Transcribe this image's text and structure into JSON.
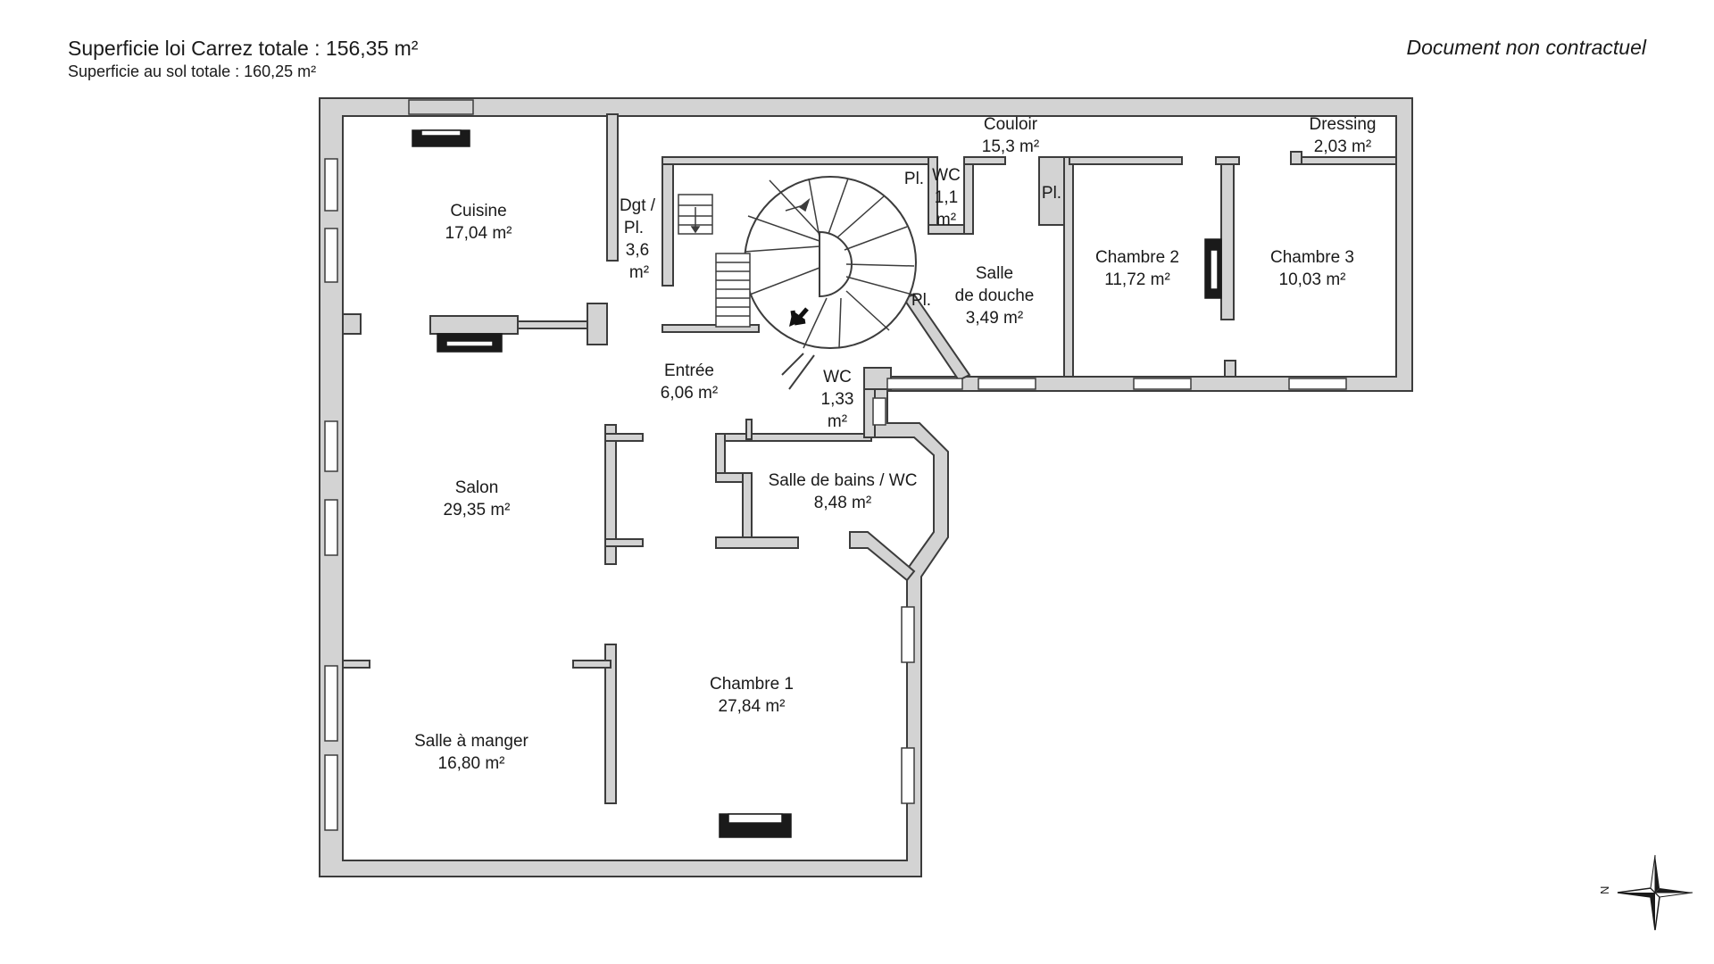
{
  "header": {
    "carrez_total": "Superficie loi Carrez totale : 156,35 m²",
    "ground_total": "Superficie au sol totale : 160,25 m²",
    "disclaimer": "Document non contractuel"
  },
  "rooms": {
    "cuisine": [
      "Cuisine",
      "17,04 m²"
    ],
    "dgt": [
      "Dgt /",
      "Pl.",
      "3,6",
      "m²"
    ],
    "couloir": [
      "Couloir",
      "15,3 m²"
    ],
    "dressing": [
      "Dressing",
      "2,03 m²"
    ],
    "wc1": [
      "WC",
      "1,1",
      "m²"
    ],
    "pl1": "Pl.",
    "pl2": "Pl.",
    "pl3": "Pl.",
    "douche": [
      "Salle",
      "de douche",
      "3,49 m²"
    ],
    "chambre2": [
      "Chambre 2",
      "11,72 m²"
    ],
    "chambre3": [
      "Chambre 3",
      "10,03 m²"
    ],
    "entree": [
      "Entrée",
      "6,06 m²"
    ],
    "wc2": [
      "WC",
      "1,33",
      "m²"
    ],
    "sdb": [
      "Salle de bains / WC",
      "8,48 m²"
    ],
    "salon": [
      "Salon",
      "29,35 m²"
    ],
    "chambre1": [
      "Chambre 1",
      "27,84 m²"
    ],
    "sam": [
      "Salle à manger",
      "16,80 m²"
    ]
  },
  "compass": {
    "label": "N"
  }
}
